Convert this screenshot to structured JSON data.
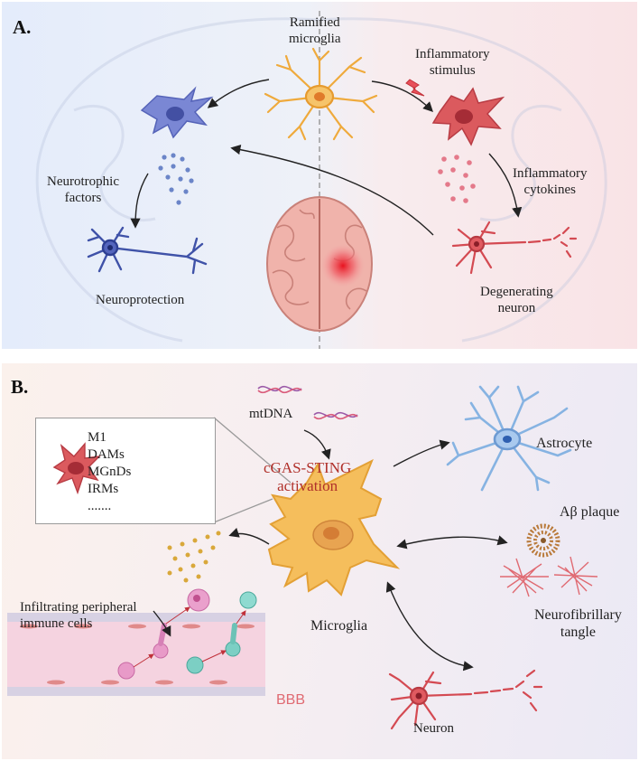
{
  "panel_a": {
    "label": "A.",
    "ramified": [
      "Ramified",
      "microglia"
    ],
    "inflammatory_stimulus": [
      "Inflammatory",
      "stimulus"
    ],
    "neurotrophic": [
      "Neurotrophic",
      "factors"
    ],
    "inflammatory_cytokines": [
      "Inflammatory",
      "cytokines"
    ],
    "neuroprotection": "Neuroprotection",
    "degenerating": [
      "Degenerating",
      "neuron"
    ]
  },
  "panel_b": {
    "label": "B.",
    "mtdna": "mtDNA",
    "cgas": [
      "cGAS-STING",
      "activation"
    ],
    "phenotypes": [
      "M1",
      "DAMs",
      "MGnDs",
      "IRMs",
      "......."
    ],
    "astrocyte": "Astrocyte",
    "abeta": "Aβ plaque",
    "nft": [
      "Neurofibrillary",
      "tangle"
    ],
    "infiltrating": [
      "Infiltrating peripheral",
      "immune cells"
    ],
    "microglia": "Microglia",
    "bbb": "BBB",
    "neuron": "Neuron"
  },
  "colors": {
    "blue_cell": "#6f7fcf",
    "red_cell": "#d9545a",
    "orange_cell": "#f2b64f",
    "astro": "#8db6e3"
  }
}
